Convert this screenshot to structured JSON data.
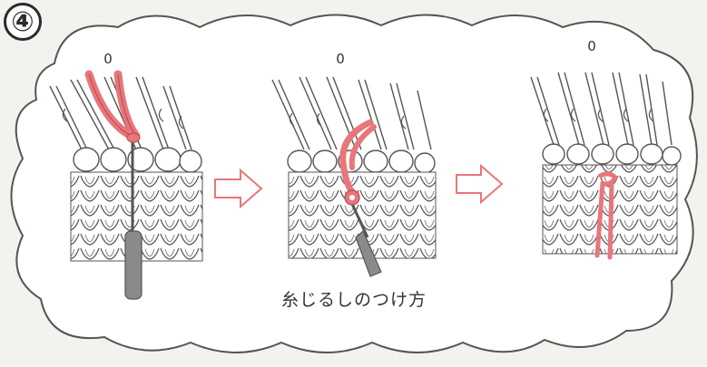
{
  "step": {
    "number": "④"
  },
  "panels": [
    {
      "label": "0"
    },
    {
      "label": "0"
    },
    {
      "label": "0"
    }
  ],
  "caption": "糸じるしのつけ方",
  "colors": {
    "yarn": "#e8767a",
    "arrow": "#e8767a",
    "line": "#444444",
    "cloud_fill": "#ffffff",
    "hook": "#8a8a8a"
  }
}
